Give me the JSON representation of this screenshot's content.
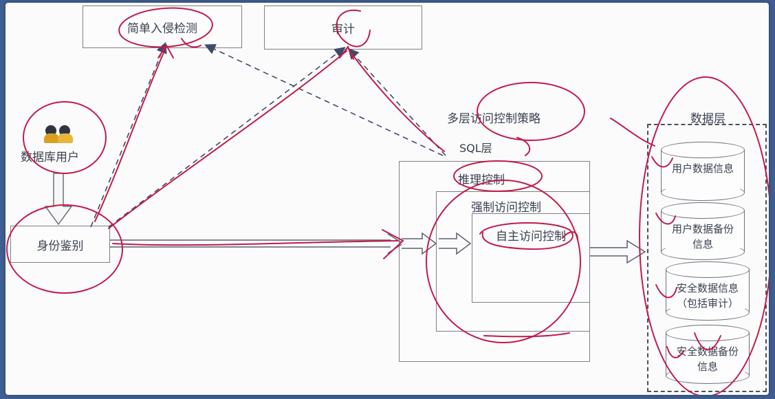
{
  "diagram": {
    "intrusion_detection": "简单入侵检测",
    "audit": "审计",
    "db_user": "数据库用户",
    "identity_auth": "身份鉴别",
    "multi_layer_policy": "多层访问控制策略",
    "sql_layer": "SQL层",
    "inference_control": "推理控制",
    "mandatory_access": "强制访问控制",
    "discretionary_access": "自主访问控制",
    "data_layer": "数据层",
    "storage": [
      {
        "line1": "用户数据信息",
        "line2": ""
      },
      {
        "line1": "用户数据备份",
        "line2": "信息"
      },
      {
        "line1": "安全数据信息",
        "line2": "（包括审计）"
      },
      {
        "line1": "安全数据备份",
        "line2": "信息"
      }
    ]
  },
  "icons": {
    "db_user": "users-icon"
  },
  "colors": {
    "annotation": "#c21a4a",
    "lines": "#5b6170",
    "dashed": "#3d4a6b",
    "background_frame": "#3f5f93"
  }
}
